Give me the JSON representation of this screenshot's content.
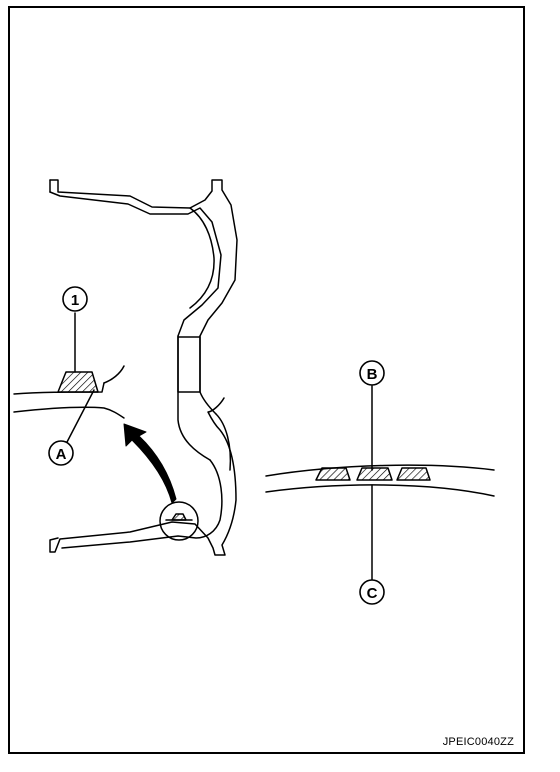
{
  "callouts": {
    "one": "1",
    "a": "A",
    "b": "B",
    "c": "C"
  },
  "figure_id": "JPEIC0040ZZ",
  "colors": {
    "line": "#000000",
    "background": "#ffffff"
  }
}
